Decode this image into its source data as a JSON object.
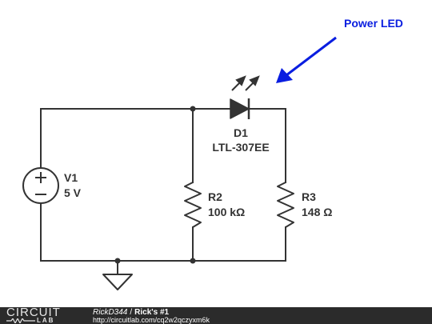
{
  "annotation": {
    "text": "Power LED",
    "color": "#0a1ee0"
  },
  "components": {
    "v1": {
      "ref": "V1",
      "value": "5 V"
    },
    "d1": {
      "ref": "D1",
      "value": "LTL-307EE"
    },
    "r2": {
      "ref": "R2",
      "value": "100 kΩ"
    },
    "r3": {
      "ref": "R3",
      "value": "148 Ω"
    }
  },
  "colors": {
    "wire": "#333333",
    "footer_bg": "#2b2b2b"
  },
  "footer": {
    "logo_top": "CIRCUIT",
    "logo_bottom": "LAB",
    "author": "RickD344",
    "separator": "/",
    "title": "Rick's #1",
    "url": "http://circuitlab.com/cq2w2qczyxm6k"
  }
}
